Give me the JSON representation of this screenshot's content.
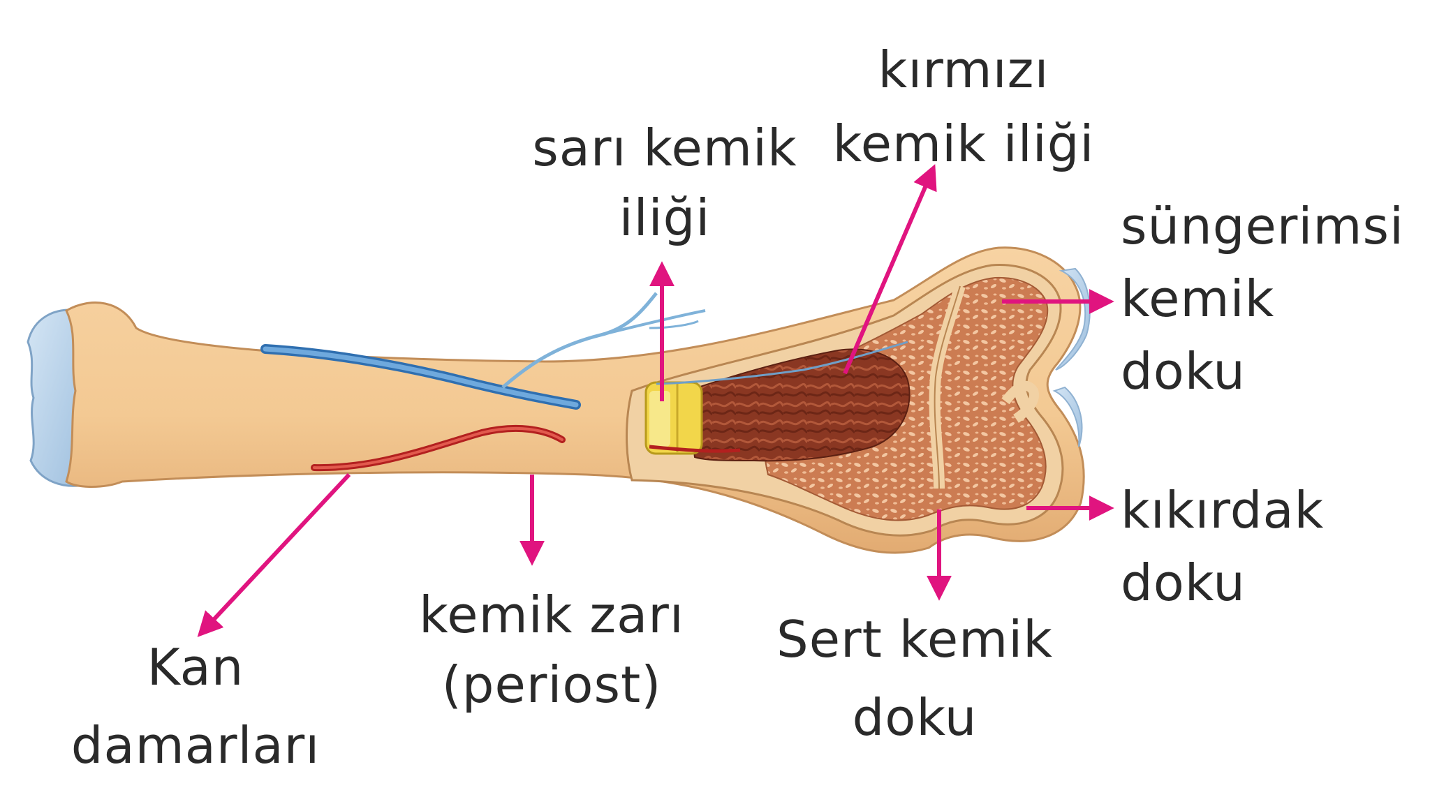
{
  "labels": {
    "sari_kemik_iligi": [
      "sarı kemik",
      "iliği"
    ],
    "kirmizi_kemik_iligi": [
      "kırmızı",
      "kemik iliği"
    ],
    "sungerimsi_kemik_doku": [
      "süngerimsi",
      "kemik",
      "doku"
    ],
    "kikirdak_doku": [
      "kıkırdak",
      "doku"
    ],
    "sert_kemik_doku": [
      "Sert kemik",
      "doku"
    ],
    "kemik_zari": [
      "kemik zarı",
      "(periost)"
    ],
    "kan_damarlari": [
      "Kan",
      "damarları"
    ]
  },
  "colors": {
    "arrow": "#e0147f",
    "bone": "#f3c993",
    "bone_shadow": "#dda66a",
    "cartilage": "#b9d3ea",
    "red_marrow": "#8f3a22",
    "yellow_marrow": "#f2d64a",
    "spongy_bone": "#cf8358",
    "vein": "#4f8ec9",
    "artery": "#b3201f",
    "text": "#2a2a2a"
  }
}
